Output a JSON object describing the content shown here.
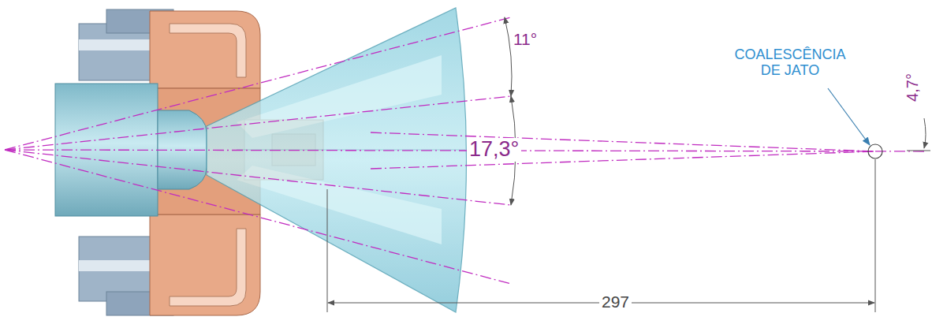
{
  "diagram": {
    "labels": [
      "11°",
      "17,3°",
      "COALESCÊNCIA DE JATO",
      "4,7°",
      "297"
    ]
  }
}
